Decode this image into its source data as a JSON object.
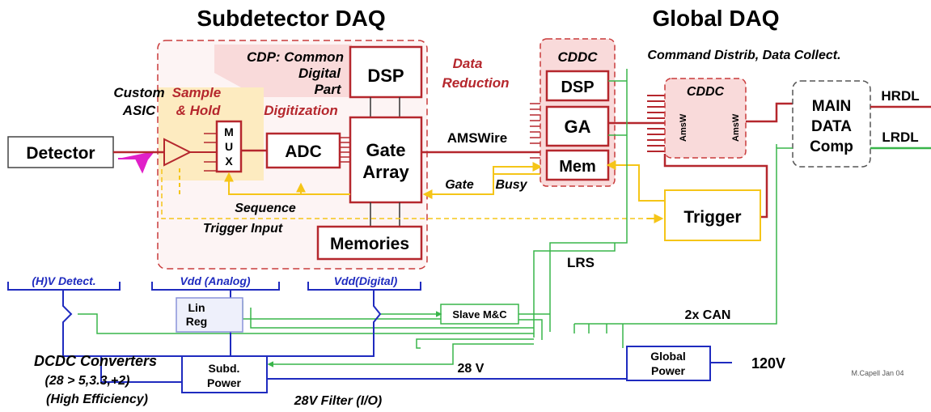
{
  "headings": {
    "subdetector": "Subdetector DAQ",
    "global": "Global DAQ"
  },
  "labels": {
    "custom": "Custom",
    "asic": "ASIC",
    "sample": "Sample",
    "and_hold": "& Hold",
    "cdp_line1": "CDP: Common",
    "cdp_line2": "Digital",
    "cdp_line3": "Part",
    "digitization": "Digitization",
    "data": "Data",
    "reduction": "Reduction",
    "amswire": "AMSWire",
    "gate": "Gate",
    "busy": "Busy",
    "sequence": "Sequence",
    "trigger_input": "Trigger Input",
    "command_distrib": "Command Distrib, Data Collect.",
    "cddc_left": "CDDC",
    "cddc_right": "CDDC",
    "amsw1": "AmsW",
    "amsw2": "AmsW",
    "hrdl": "HRDL",
    "lrdl": "LRDL",
    "lrs": "LRS",
    "two_can": "2x CAN",
    "v28": "28 V",
    "v120": "120V",
    "filter": "28V Filter (I/O)",
    "dcdc1": "DCDC Converters",
    "dcdc2": "(28 > 5,3.3,+2)",
    "dcdc3": "(High Efficiency)",
    "credit": "M.Capell Jan 04"
  },
  "boxes": {
    "detector": "Detector",
    "mux": [
      "M",
      "U",
      "X"
    ],
    "adc": "ADC",
    "dsp": "DSP",
    "gate_array_1": "Gate",
    "gate_array_2": "Array",
    "memories": "Memories",
    "cddc_dsp": "DSP",
    "cddc_ga": "GA",
    "cddc_mem": "Mem",
    "trigger": "Trigger",
    "main1": "MAIN",
    "main2": "DATA",
    "main3": "Comp",
    "slave": "Slave M&C",
    "lin1": "Lin",
    "lin2": "Reg",
    "subd1": "Subd.",
    "subd2": "Power",
    "global1": "Global",
    "global2": "Power"
  },
  "power_rails": {
    "hv": "(H)V Detect.",
    "vdd_analog": "Vdd (Analog)",
    "vdd_digital": "Vdd(Digital)"
  },
  "colors": {
    "data_path": "#b5272d",
    "control": "#f5c518",
    "power": "#1f2bbf",
    "monitor": "#39b54a",
    "region_fill": "#f9dada",
    "sample_fill": "#fdebc0",
    "heading": "#000000",
    "label_red": "#b5272d"
  }
}
